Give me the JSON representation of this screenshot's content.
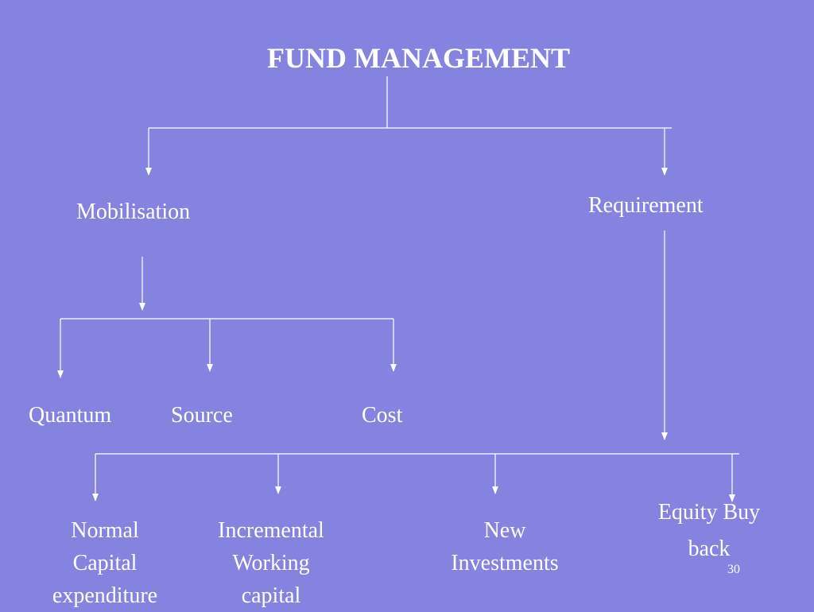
{
  "slide": {
    "title": "FUND MANAGEMENT",
    "page_number": "30",
    "colors": {
      "background": "#8484e0",
      "text": "#ffffff",
      "lines": "#ffffff"
    }
  },
  "tree": {
    "branch_mobilisation": {
      "label": "Mobilisation",
      "children": [
        "Quantum",
        "Source",
        "Cost"
      ]
    },
    "branch_requirement": {
      "label": "Requirement",
      "children": [
        [
          "Normal",
          "Capital",
          "expenditure"
        ],
        [
          "Incremental",
          "Working",
          "capital"
        ],
        [
          "New",
          "Investments"
        ],
        [
          "Equity Buy",
          "back"
        ]
      ]
    }
  }
}
